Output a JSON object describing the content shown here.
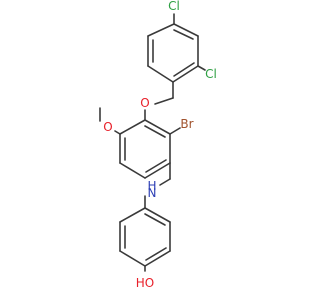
{
  "molecule": {
    "atoms": {
      "cl_top": {
        "text": "Cl",
        "color": "#2ea043"
      },
      "cl_ring": {
        "text": "Cl",
        "color": "#2ea043"
      },
      "ether_o": {
        "text": "O",
        "color": "#e8202a"
      },
      "methoxy_o": {
        "text": "O",
        "color": "#e8202a"
      },
      "br": {
        "text": "Br",
        "color": "#a0522d"
      },
      "amine_h": {
        "text": "H",
        "color": "#2d3fb5"
      },
      "amine_n": {
        "text": "N",
        "color": "#2d3fb5"
      },
      "hydroxyl": {
        "text": "HO",
        "color": "#e8202a"
      }
    },
    "bond_color": "#3a3a3a"
  }
}
